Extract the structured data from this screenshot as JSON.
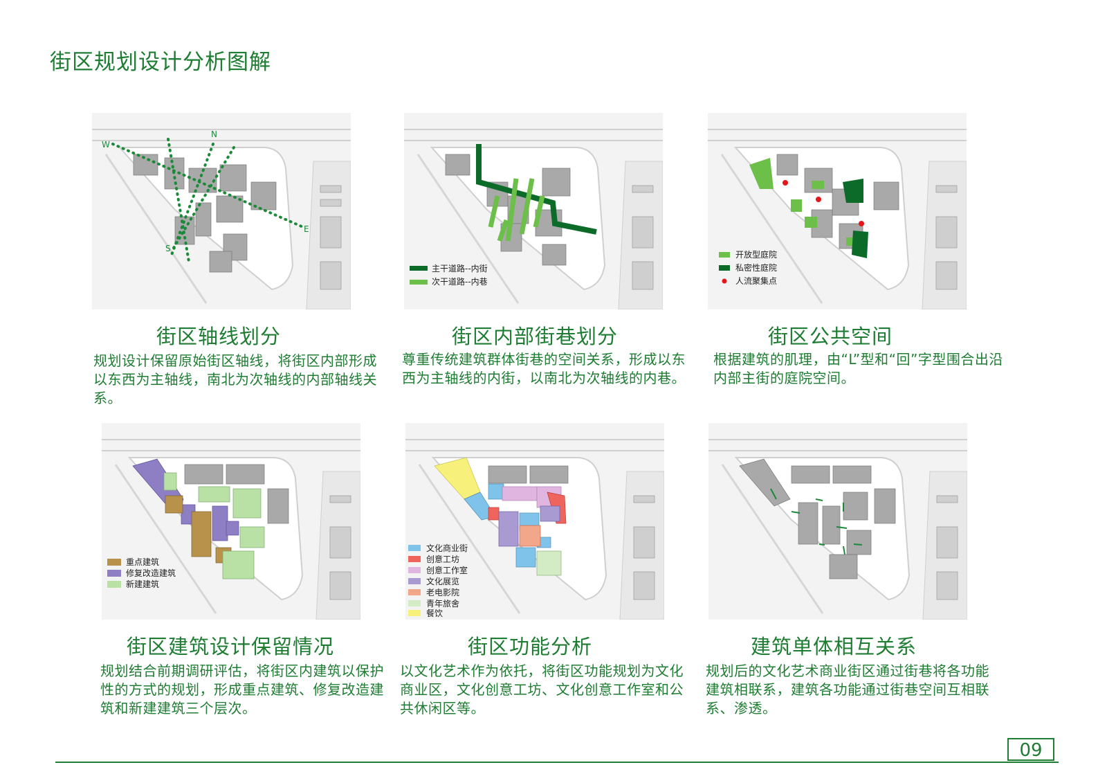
{
  "page": {
    "title": "街区规划设计分析图解",
    "page_number": "09"
  },
  "colors": {
    "accent": "#1e7d32",
    "main_road": "#0d6b2a",
    "secondary_road": "#6cc04a",
    "crowd_point": "#e8141c"
  },
  "panels": [
    {
      "title": "街区轴线划分",
      "text": "规划设计保留原始街区轴线，将街区内部形成以东西为主轴线，南北为次轴线的内部轴线关系。",
      "compass": {
        "w": "W",
        "n": "N",
        "e": "E",
        "s": "S"
      }
    },
    {
      "title": "街区内部街巷划分",
      "text": "尊重传统建筑群体街巷的空间关系，形成以东西为主轴线的内街，以南北为次轴线的内巷。",
      "legend": [
        {
          "label": "主干道路--内街",
          "color": "#0d6b2a"
        },
        {
          "label": "次干道路--内巷",
          "color": "#6cc04a"
        }
      ]
    },
    {
      "title": "街区公共空间",
      "text": "根据建筑的肌理，由“L”型和“回”字型围合出沿内部主街的庭院空间。",
      "legend": [
        {
          "label": "开放型庭院",
          "color": "#6cc04a"
        },
        {
          "label": "私密性庭院",
          "color": "#0d6b2a"
        },
        {
          "label": "人流聚集点",
          "color": "#e8141c"
        }
      ]
    },
    {
      "title": "街区建筑设计保留情况",
      "text": "规划结合前期调研评估，将街区内建筑以保护性的方式的规划，形成重点建筑、修复改造建筑和新建建筑三个层次。",
      "legend": [
        {
          "label": "重点建筑",
          "color": "#b8924a"
        },
        {
          "label": "修复改造建筑",
          "color": "#8e7fc4"
        },
        {
          "label": "新建建筑",
          "color": "#b9e0a5"
        }
      ]
    },
    {
      "title": "街区功能分析",
      "text": "以文化艺术作为依托，将街区功能规划为文化商业区，文化创意工坊、文化创意工作室和公共休闲区等。",
      "legend": [
        {
          "label": "文化商业街",
          "color": "#7fc3ea"
        },
        {
          "label": "创意工坊",
          "color": "#f0645e"
        },
        {
          "label": "创意工作室",
          "color": "#e0b6e0"
        },
        {
          "label": "文化展览",
          "color": "#a99ad2"
        },
        {
          "label": "老电影院",
          "color": "#f2a68a"
        },
        {
          "label": "青年旅舍",
          "color": "#d3ecc6"
        },
        {
          "label": "餐饮",
          "color": "#f7f07a"
        }
      ]
    },
    {
      "title": "建筑单体相互关系",
      "text": "规划后的文化艺术商业街区通过街巷将各功能建筑相联系，建筑各功能通过街巷空间互相联系、渗透。"
    }
  ]
}
